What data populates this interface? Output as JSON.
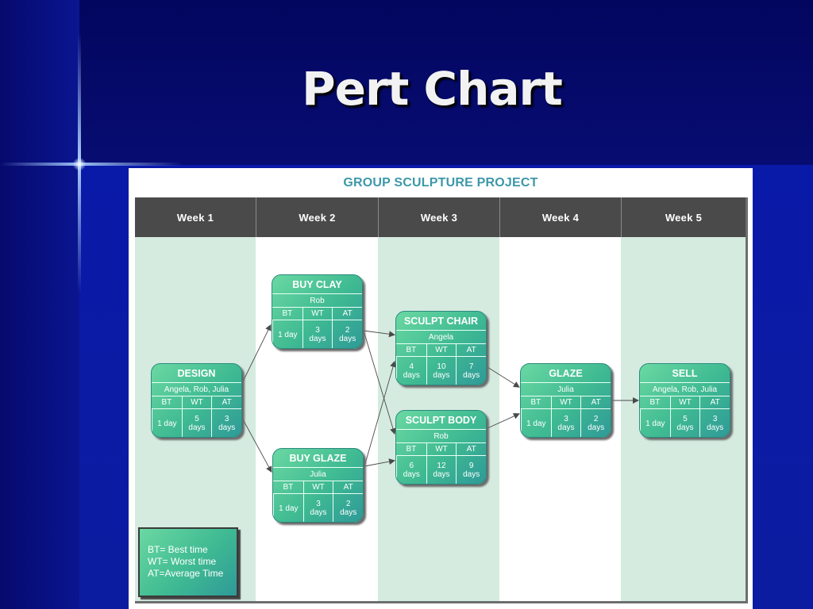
{
  "slide": {
    "title": "Pert Chart"
  },
  "project": {
    "title": "GROUP SCULPTURE PROJECT"
  },
  "weeks": [
    "Week 1",
    "Week 2",
    "Week 3",
    "Week 4",
    "Week 5"
  ],
  "columns": [
    "BT",
    "WT",
    "AT"
  ],
  "tasks": {
    "design": {
      "name": "DESIGN",
      "owner": "Angela, Rob, Julia",
      "bt": "1 day",
      "wt": "5 days",
      "at": "3 days"
    },
    "buy_clay": {
      "name": "BUY CLAY",
      "owner": "Rob",
      "bt": "1 day",
      "wt": "3 days",
      "at": "2 days"
    },
    "buy_glaze": {
      "name": "BUY GLAZE",
      "owner": "Julia",
      "bt": "1 day",
      "wt": "3 days",
      "at": "2 days"
    },
    "sculpt_chair": {
      "name": "SCULPT CHAIR",
      "owner": "Angela",
      "bt": "4 days",
      "wt": "10 days",
      "at": "7 days"
    },
    "sculpt_body": {
      "name": "SCULPT BODY",
      "owner": "Rob",
      "bt": "6 days",
      "wt": "12 days",
      "at": "9 days"
    },
    "glaze": {
      "name": "GLAZE",
      "owner": "Julia",
      "bt": "1 day",
      "wt": "3 days",
      "at": "2 days"
    },
    "sell": {
      "name": "SELL",
      "owner": "Angela, Rob, Julia",
      "bt": "1 day",
      "wt": "5 days",
      "at": "3 days"
    }
  },
  "dependencies": [
    [
      "design",
      "buy_clay"
    ],
    [
      "design",
      "buy_glaze"
    ],
    [
      "buy_clay",
      "sculpt_chair"
    ],
    [
      "buy_clay",
      "sculpt_body"
    ],
    [
      "buy_glaze",
      "sculpt_chair"
    ],
    [
      "buy_glaze",
      "sculpt_body"
    ],
    [
      "sculpt_chair",
      "glaze"
    ],
    [
      "sculpt_body",
      "glaze"
    ],
    [
      "glaze",
      "sell"
    ]
  ],
  "legend": {
    "bt": "BT= Best time",
    "wt": "WT= Worst time",
    "at": "AT=Average Time"
  },
  "colors": {
    "slide_background": "#0d1b9a",
    "task_fill": "#3fba92",
    "header_fill": "#4a4a4a",
    "column_shade": "#d5ebe0",
    "project_title": "#3d98a8"
  }
}
